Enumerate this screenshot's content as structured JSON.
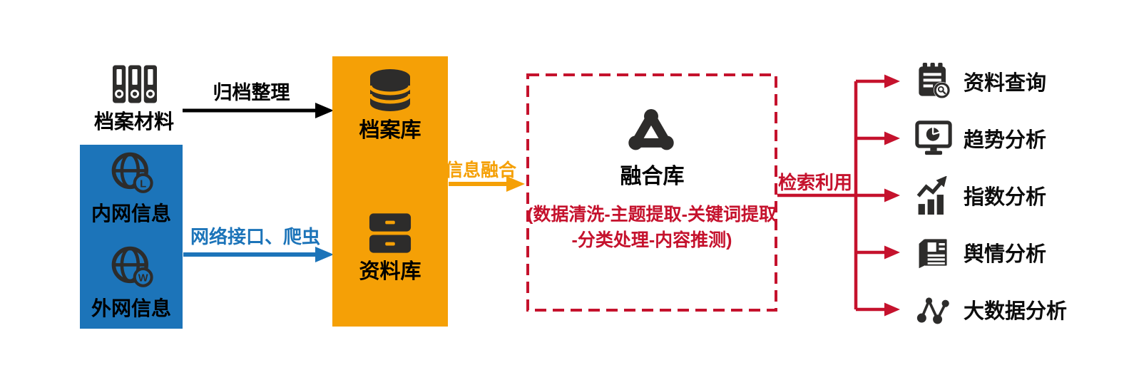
{
  "diagram": {
    "colors": {
      "orange": "#F5A006",
      "blue": "#1C74B9",
      "red": "#C5122D",
      "icon_dark": "#2D2C2B",
      "text_black": "#000000",
      "background": "#FFFFFF"
    },
    "sources": {
      "archive_materials": {
        "label": "档案材料",
        "icon": "binders-icon"
      },
      "intranet": {
        "label": "内网信息",
        "icon": "globe-intranet-icon",
        "badge": "L"
      },
      "extranet": {
        "label": "外网信息",
        "icon": "globe-extranet-icon",
        "badge": "W"
      }
    },
    "storage": {
      "archive_db": {
        "label": "档案库",
        "icon": "database-icon"
      },
      "data_db": {
        "label": "资料库",
        "icon": "server-icon"
      }
    },
    "fusion": {
      "title": "融合库",
      "icon": "fusion-icon",
      "process_line1": "(数据清洗-主题提取-关键词提取",
      "process_line2": "-分类处理-内容推测)"
    },
    "flows": {
      "archive": {
        "label": "归档整理",
        "color": "#000000"
      },
      "network": {
        "label": "网络接口、爬虫",
        "color": "#1C74B9"
      },
      "fusion": {
        "label": "信息融合",
        "color": "#F5A006"
      },
      "retrieval": {
        "label": "检索利用",
        "color": "#C5122D"
      }
    },
    "outputs": [
      {
        "label": "资料查询",
        "icon": "notepad-search-icon"
      },
      {
        "label": "趋势分析",
        "icon": "monitor-pie-icon"
      },
      {
        "label": "指数分析",
        "icon": "index-chart-icon"
      },
      {
        "label": "舆情分析",
        "icon": "newspaper-icon"
      },
      {
        "label": "大数据分析",
        "icon": "scatter-network-icon"
      }
    ]
  }
}
